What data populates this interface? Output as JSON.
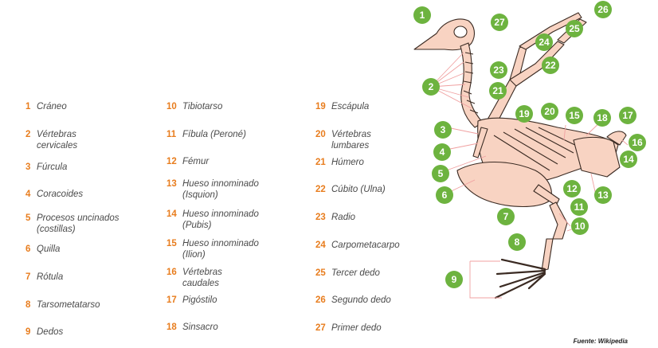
{
  "legend": {
    "col1": [
      {
        "num": "1",
        "text": "Cráneo"
      },
      {
        "num": "2",
        "text": "Vértebras",
        "text2": "cervicales"
      },
      {
        "num": "3",
        "text": "Fúrcula"
      },
      {
        "num": "4",
        "text": "Coracoides"
      },
      {
        "num": "5",
        "text": "Procesos uncinados",
        "text2": "(costillas)"
      },
      {
        "num": "6",
        "text": "Quilla"
      },
      {
        "num": "7",
        "text": "Rótula"
      },
      {
        "num": "8",
        "text": "Tarsometatarso"
      },
      {
        "num": "9",
        "text": "Dedos"
      }
    ],
    "col2": [
      {
        "num": "10",
        "text": "Tibiotarso"
      },
      {
        "num": "11",
        "text": "Fíbula (Peroné)"
      },
      {
        "num": "12",
        "text": "Fémur"
      },
      {
        "num": "13",
        "text": "Hueso innominado",
        "text2": "(Isquion)"
      },
      {
        "num": "14",
        "text": "Hueso innominado",
        "text2": "(Pubis)"
      },
      {
        "num": "15",
        "text": "Hueso innominado",
        "text2": "(Ilion)"
      },
      {
        "num": "16",
        "text": "Vértebras",
        "text2": "caudales"
      },
      {
        "num": "17",
        "text": "Pigóstilo"
      },
      {
        "num": "18",
        "text": "Sinsacro"
      }
    ],
    "col3": [
      {
        "num": "19",
        "text": "Escápula"
      },
      {
        "num": "20",
        "text": "Vértebras",
        "text2": "lumbares"
      },
      {
        "num": "21",
        "text": "Húmero"
      },
      {
        "num": "22",
        "text": "Cúbito (Ulna)"
      },
      {
        "num": "23",
        "text": "Radio"
      },
      {
        "num": "24",
        "text": "Carpometacarpo"
      },
      {
        "num": "25",
        "text": "Tercer dedo"
      },
      {
        "num": "26",
        "text": "Segundo dedo"
      },
      {
        "num": "27",
        "text": "Primer dedo"
      }
    ]
  },
  "markers": [
    "1",
    "2",
    "3",
    "4",
    "5",
    "6",
    "7",
    "8",
    "9",
    "10",
    "11",
    "12",
    "13",
    "14",
    "15",
    "16",
    "17",
    "18",
    "19",
    "20",
    "21",
    "22",
    "23",
    "24",
    "25",
    "26",
    "27"
  ],
  "source": "Fuente: Wikipedia",
  "colors": {
    "number": "#e87d1e",
    "marker": "#6db33f",
    "bone": "#f8d3c2",
    "bone_outline": "#3a2a22",
    "leader": "#f0a0a0"
  }
}
